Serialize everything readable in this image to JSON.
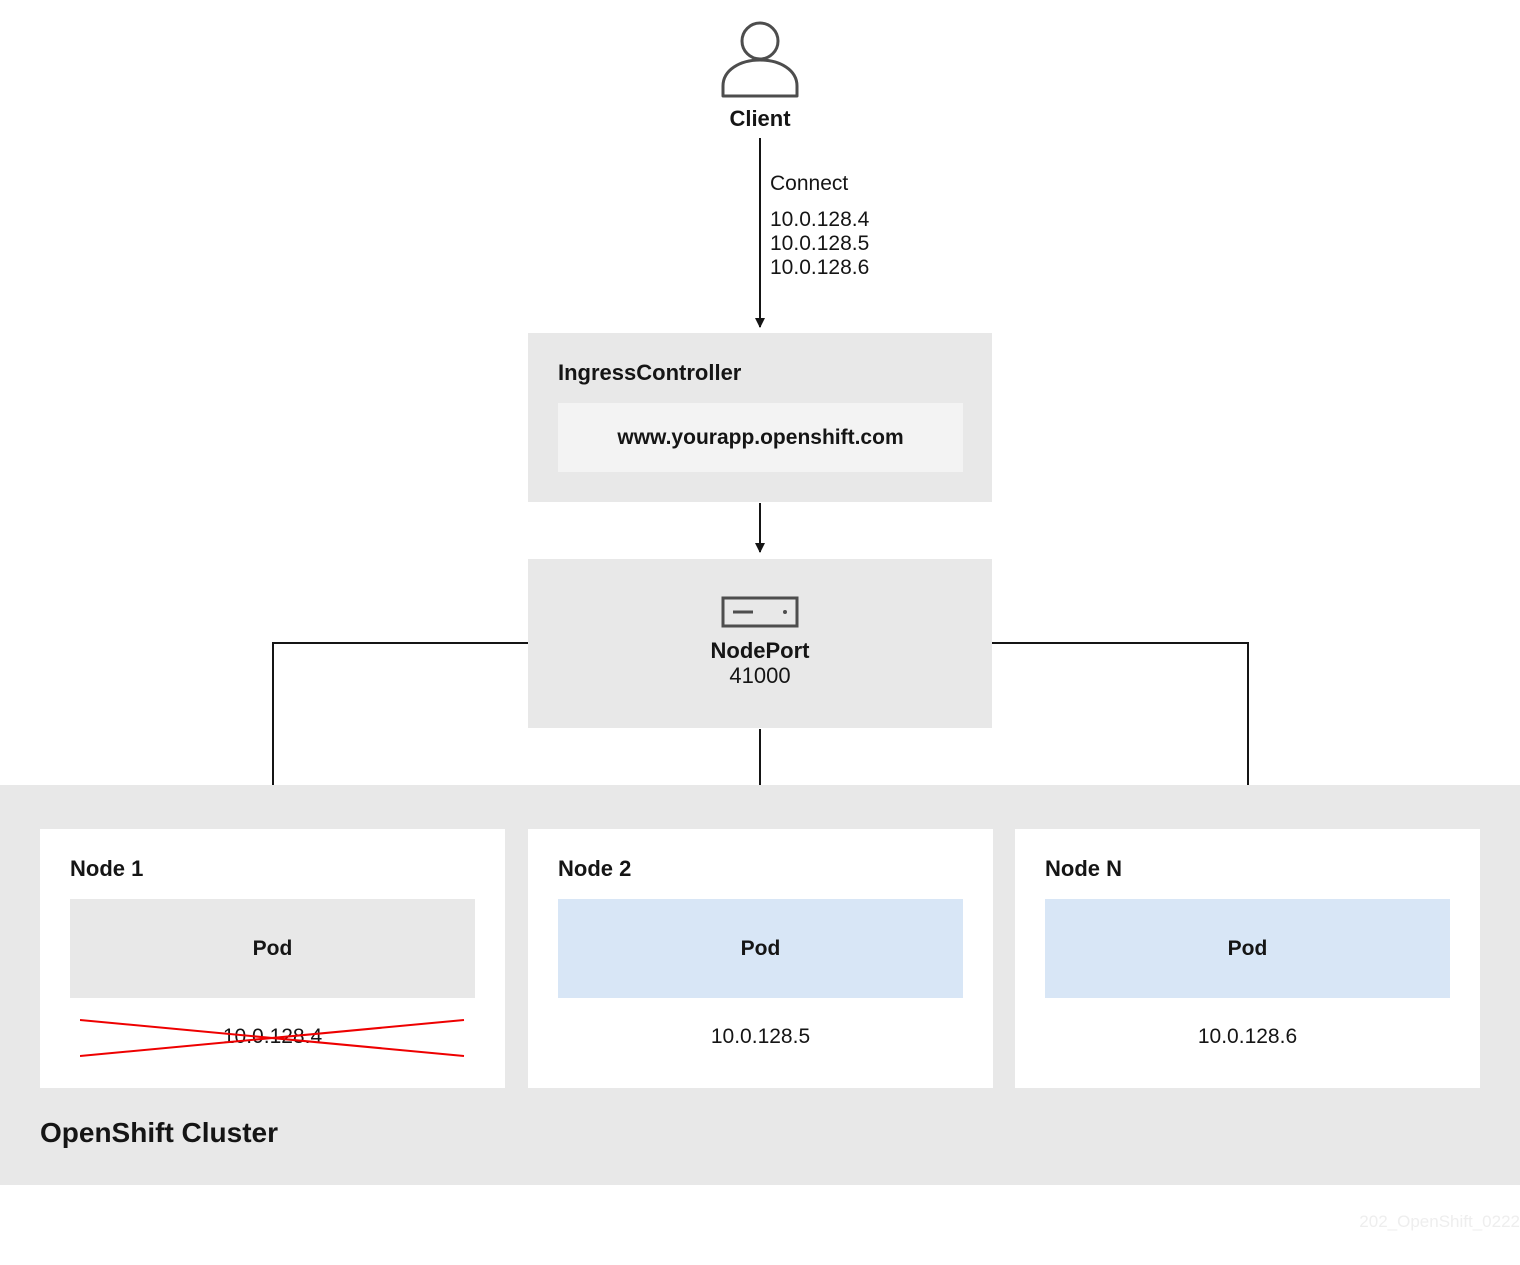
{
  "client": {
    "label": "Client",
    "icon": "user-icon"
  },
  "connection": {
    "label": "Connect",
    "ips": [
      "10.0.128.4",
      "10.0.128.5",
      "10.0.128.6"
    ]
  },
  "ingress": {
    "title": "IngressController",
    "host": "www.yourapp.openshift.com"
  },
  "nodeport": {
    "icon": "server-icon",
    "label": "NodePort",
    "port": "41000"
  },
  "cluster": {
    "title": "OpenShift Cluster",
    "nodes": [
      {
        "title": "Node 1",
        "pod": "Pod",
        "ip": "10.0.128.4",
        "status": "unavailable"
      },
      {
        "title": "Node 2",
        "pod": "Pod",
        "ip": "10.0.128.5",
        "status": "available"
      },
      {
        "title": "Node N",
        "pod": "Pod",
        "ip": "10.0.128.6",
        "status": "available"
      }
    ]
  },
  "colors": {
    "panel": "#e8e8e8",
    "host_field": "#f3f3f3",
    "pod_active": "#d8e6f6",
    "cross": "#ee0000",
    "line": "#151515"
  },
  "watermark": "202_OpenShift_0222"
}
